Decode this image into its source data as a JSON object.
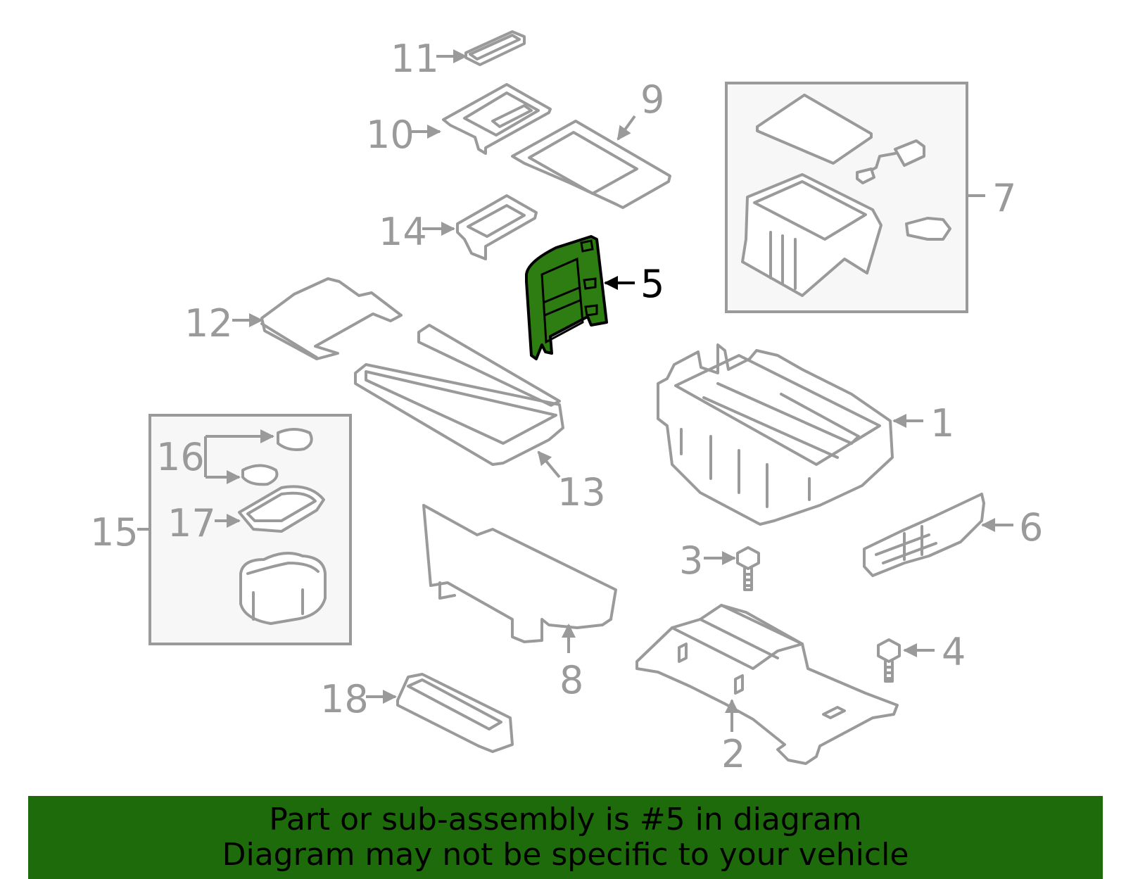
{
  "callouts": {
    "c1": "1",
    "c2": "2",
    "c3": "3",
    "c4": "4",
    "c5": "5",
    "c6": "6",
    "c7": "7",
    "c8": "8",
    "c9": "9",
    "c10": "10",
    "c11": "11",
    "c12": "12",
    "c13": "13",
    "c14": "14",
    "c15": "15",
    "c16": "16",
    "c17": "17",
    "c18": "18"
  },
  "highlight": {
    "part_number": "5",
    "color": "#2e7d12"
  },
  "colors": {
    "line": "#9a9a9a",
    "banner": "#1e6b0b",
    "inset_bg": "#f7f7f7"
  },
  "footer": {
    "line1": "Part or sub-assembly is #5 in diagram",
    "line2": "Diagram may not be specific to your vehicle"
  }
}
